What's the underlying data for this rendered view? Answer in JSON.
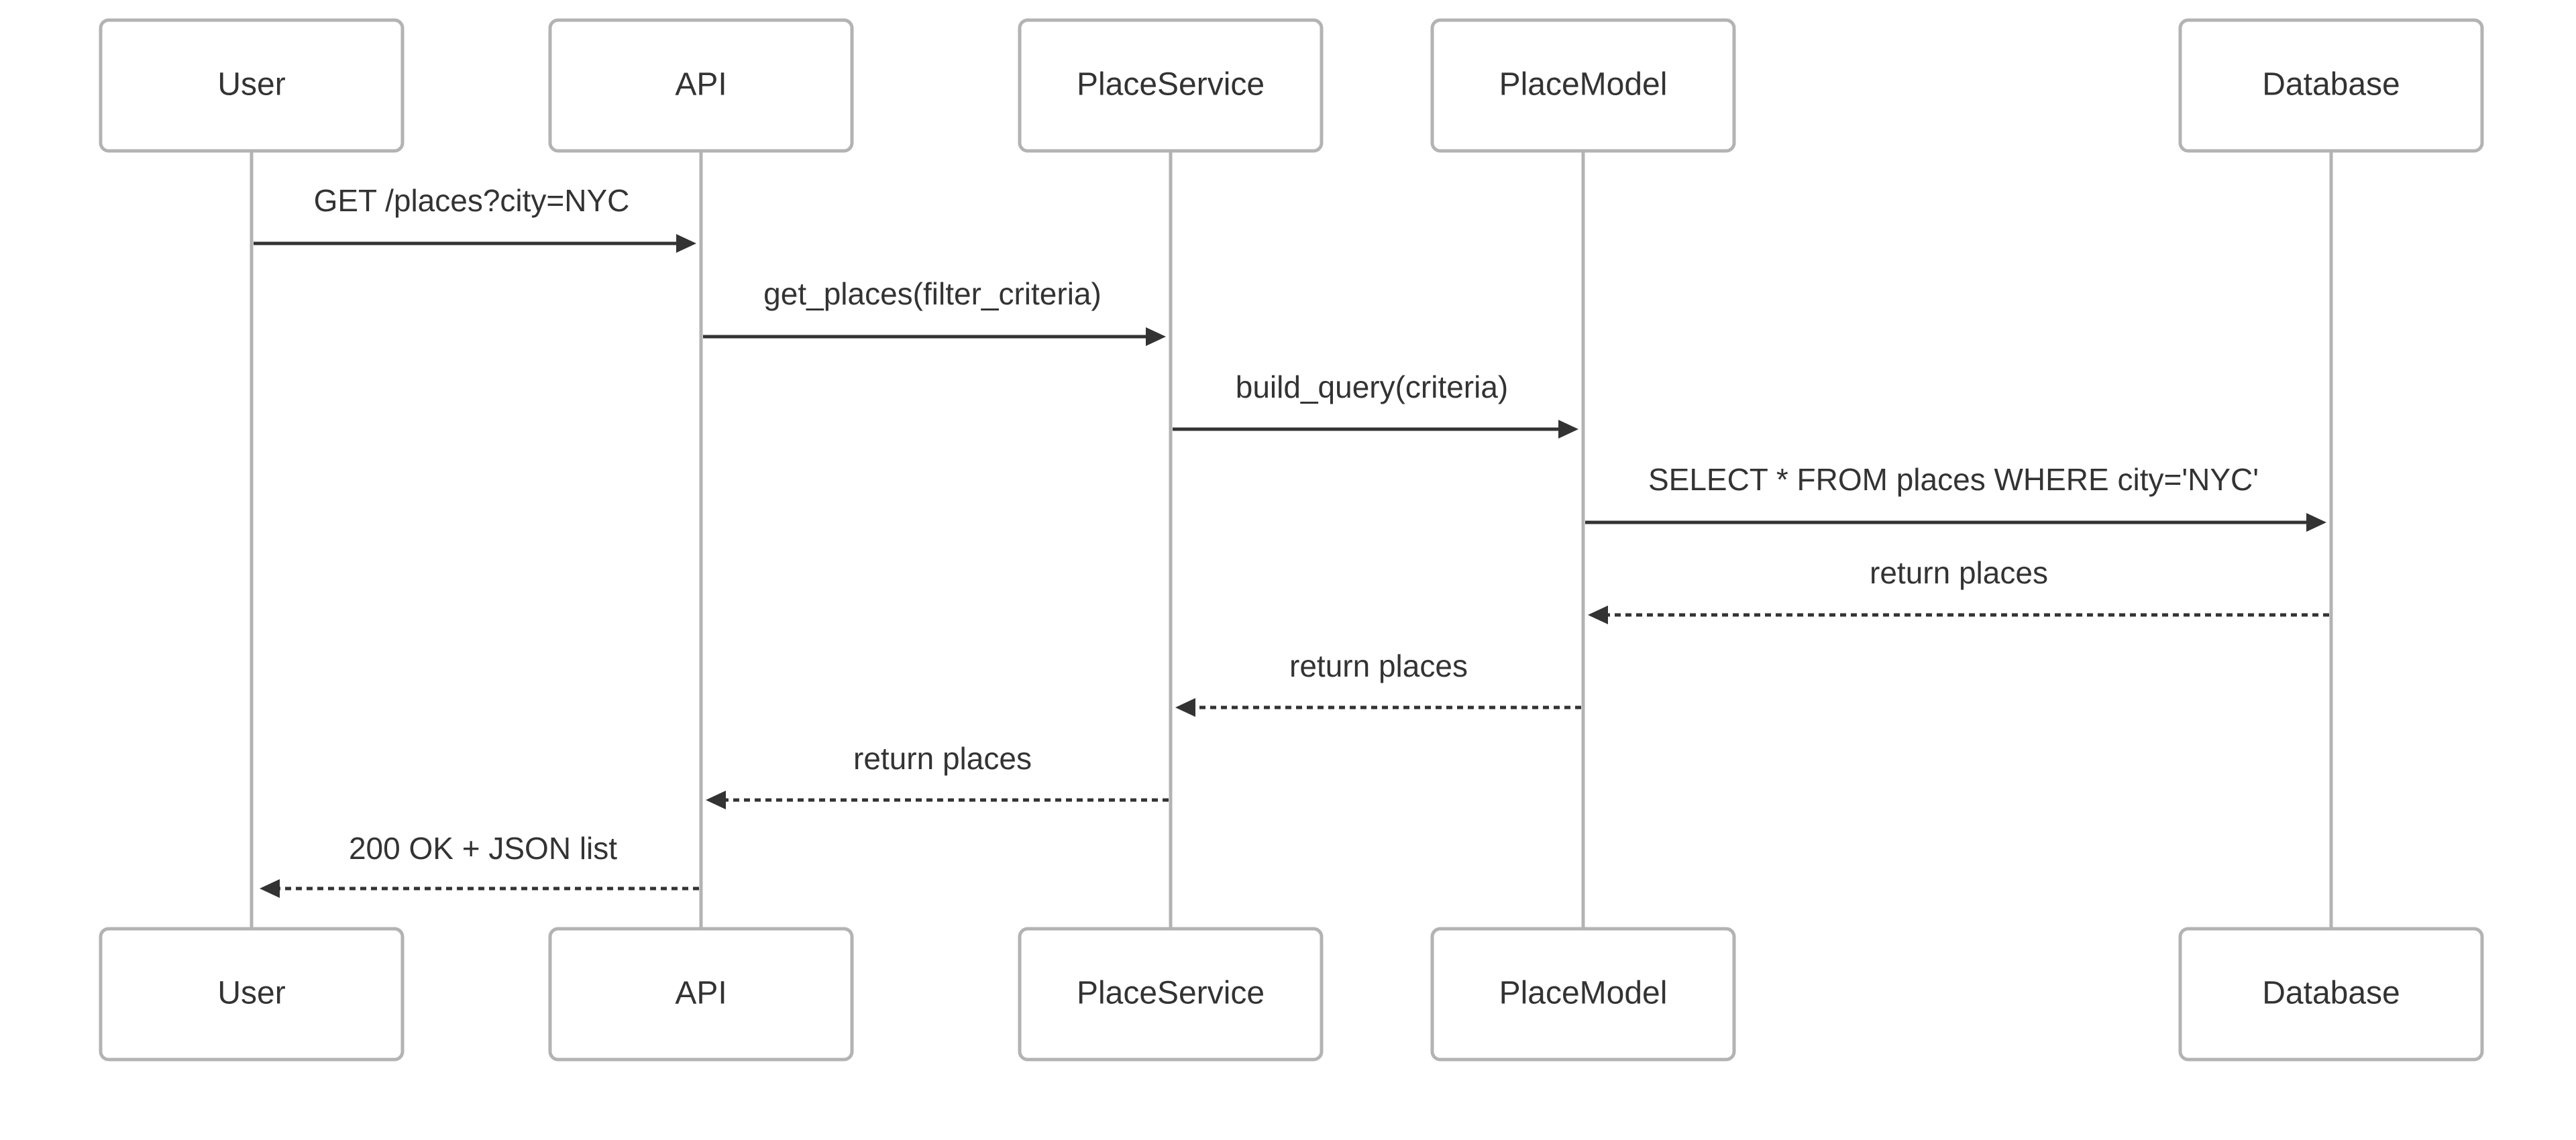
{
  "participants": [
    {
      "id": "user",
      "label": "User"
    },
    {
      "id": "api",
      "label": "API"
    },
    {
      "id": "placeservice",
      "label": "PlaceService"
    },
    {
      "id": "placemodel",
      "label": "PlaceModel"
    },
    {
      "id": "database",
      "label": "Database"
    }
  ],
  "messages": [
    {
      "from": "user",
      "to": "api",
      "label": "GET /places?city=NYC",
      "style": "solid"
    },
    {
      "from": "api",
      "to": "placeservice",
      "label": "get_places(filter_criteria)",
      "style": "solid"
    },
    {
      "from": "placeservice",
      "to": "placemodel",
      "label": "build_query(criteria)",
      "style": "solid"
    },
    {
      "from": "placemodel",
      "to": "database",
      "label": "SELECT * FROM places WHERE city='NYC'",
      "style": "solid"
    },
    {
      "from": "database",
      "to": "placemodel",
      "label": "return places",
      "style": "dashed"
    },
    {
      "from": "placemodel",
      "to": "placeservice",
      "label": "return places",
      "style": "dashed"
    },
    {
      "from": "placeservice",
      "to": "api",
      "label": "return places",
      "style": "dashed"
    },
    {
      "from": "api",
      "to": "user",
      "label": "200 OK + JSON list",
      "style": "dashed"
    }
  ]
}
